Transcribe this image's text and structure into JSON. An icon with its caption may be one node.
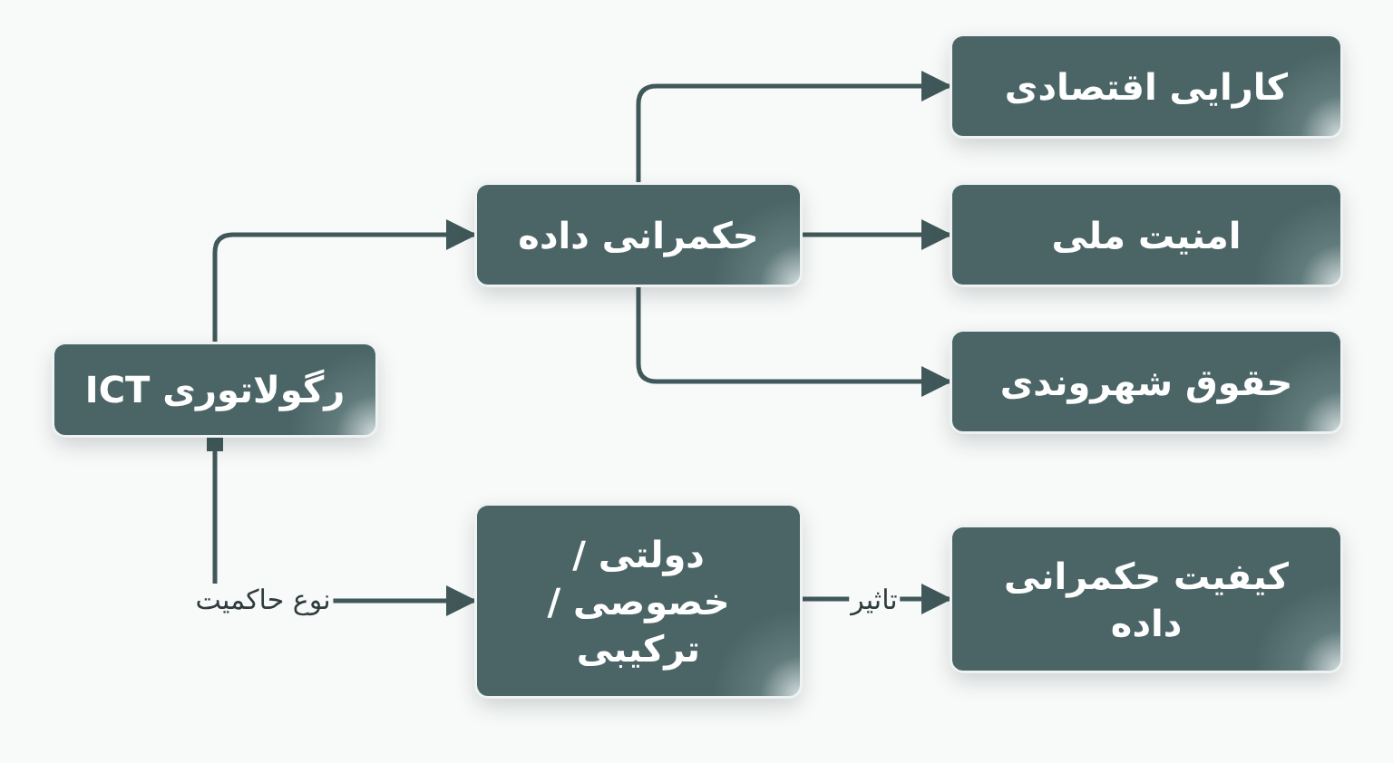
{
  "diagram": {
    "nodes": [
      {
        "text": [
          "رگولاتوری ICT"
        ]
      },
      {
        "text": [
          "حکمرانی داده"
        ]
      },
      {
        "text": [
          "کارایی اقتصادی"
        ]
      },
      {
        "text": [
          "امنیت ملی"
        ]
      },
      {
        "text": [
          "حقوق شهروندی"
        ]
      },
      {
        "text": [
          "دولتی / خصوصی / ترکیبی"
        ]
      },
      {
        "text": [
          "کیفیت حکمرانی داده"
        ]
      }
    ],
    "edges": [
      {
        "from": 0,
        "to": 1,
        "arrow": "to"
      },
      {
        "from": 1,
        "to": 2,
        "arrow": "to"
      },
      {
        "from": 1,
        "to": 3,
        "arrow": "to"
      },
      {
        "from": 1,
        "to": 4,
        "arrow": "to"
      },
      {
        "from": 0,
        "to": 5,
        "arrow": "to",
        "label": "نوع حاکمیت"
      },
      {
        "from": 5,
        "to": 6,
        "arrow": "to",
        "label": "تاثیر"
      }
    ]
  }
}
